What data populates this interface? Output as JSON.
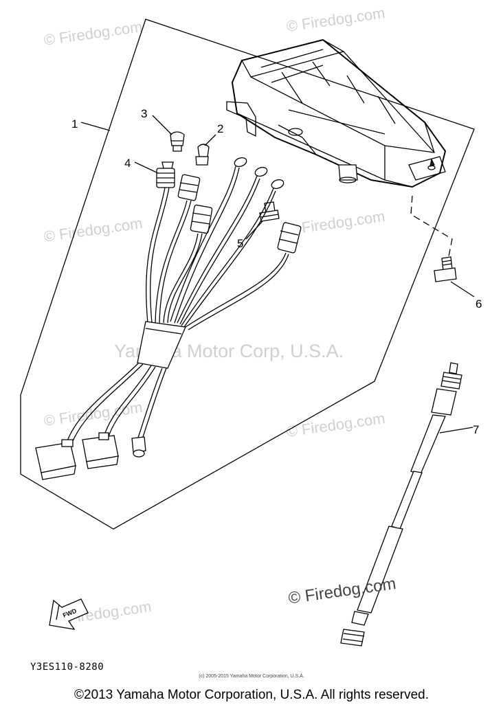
{
  "callouts": [
    {
      "id": "1",
      "label": "1"
    },
    {
      "id": "2",
      "label": "2"
    },
    {
      "id": "3",
      "label": "3"
    },
    {
      "id": "4",
      "label": "4"
    },
    {
      "id": "5",
      "label": "5"
    },
    {
      "id": "6",
      "label": "6"
    },
    {
      "id": "7",
      "label": "7"
    }
  ],
  "watermarks": {
    "firedog": "© Firedog.com",
    "center": "Yamaha Motor Corp, U.S.A."
  },
  "fwd_label": "FWD",
  "part_code": "Y3ES110-8280",
  "small_copyright": "(c) 2005-2015 Yamaha Motor Corporation, U.S.A.",
  "footer_copyright": "©2013 Yamaha Motor Corporation, U.S.A. All rights reserved.",
  "colors": {
    "line": "#000000",
    "watermark": "#cfcfcf",
    "background": "#ffffff"
  }
}
